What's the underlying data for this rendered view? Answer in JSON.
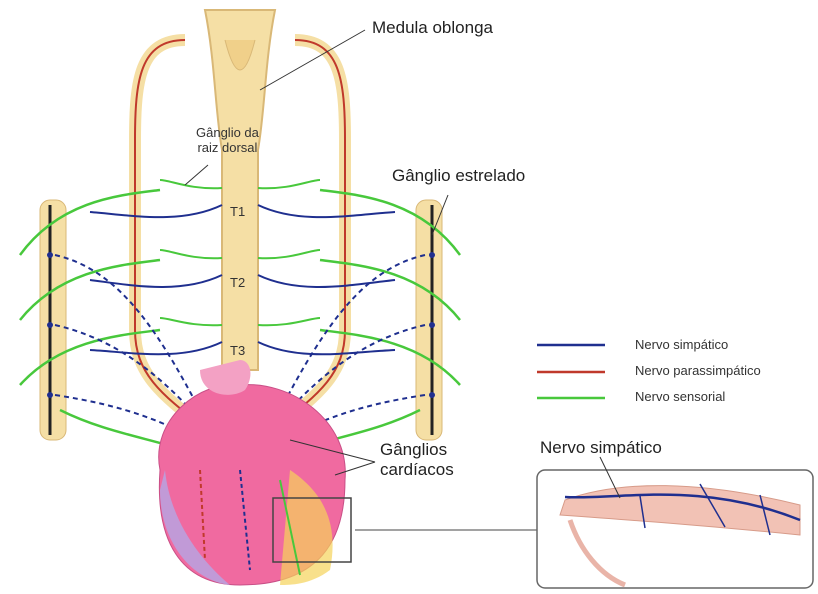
{
  "labels": {
    "medula": "Medula oblonga",
    "ganglio_dorsal_line1": "Gânglio da",
    "ganglio_dorsal_line2": "raiz dorsal",
    "ganglio_estrelado": "Gânglio estrelado",
    "t1": "T1",
    "t2": "T2",
    "t3": "T3",
    "ganglios_cardiacos_line1": "Gânglios",
    "ganglios_cardiacos_line2": "cardíacos",
    "inset_title": "Nervo simpático"
  },
  "legend": [
    {
      "label": "Nervo simpático",
      "color": "#1f2f8f"
    },
    {
      "label": "Nervo parassimpático",
      "color": "#c0392b"
    },
    {
      "label": "Nervo sensorial",
      "color": "#48c83c"
    }
  ],
  "colors": {
    "bone": "#f5dfa5",
    "bone_edge": "#d9b877",
    "sympathetic": "#1f2f8f",
    "parasympathetic": "#c0392b",
    "sensory": "#48c83c",
    "heart_pink": "#f06aa0",
    "heart_purple": "#b8a2e0"
  }
}
